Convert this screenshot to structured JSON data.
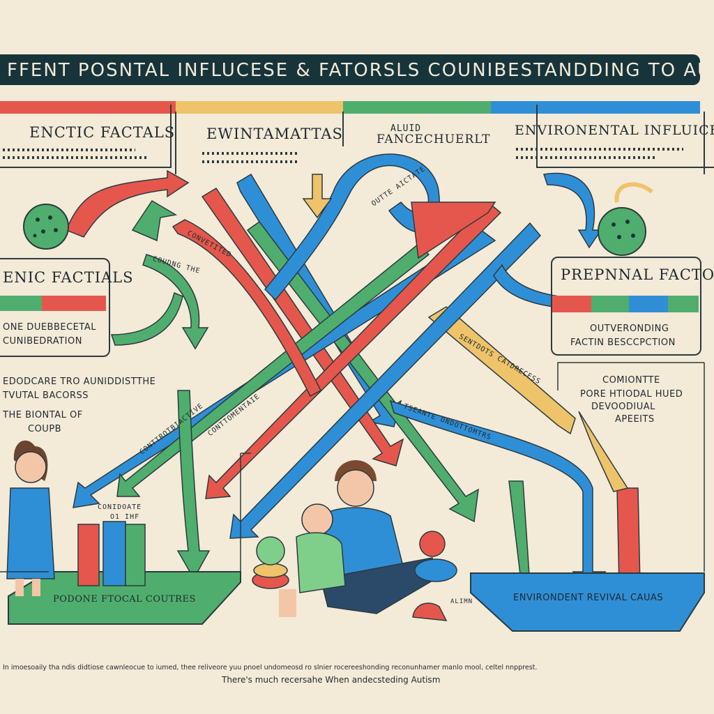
{
  "title": "FFENT POSNTAL INFLUCESE & FATORSLS COUNIBESTANDDING TO AUTSM",
  "panels": {
    "top_left_header": "ENCTIC FACTALS",
    "top_mid_header": "EWINTAMATTAS",
    "top_center_header": "FANCECHUERLT",
    "top_center_small": "ALUID",
    "top_right_header": "ENVIRONENTAL INFLUICEES",
    "mid_left_header": "ENIC FACTIALS",
    "mid_left_line1": "ONE DUEBBECETAL",
    "mid_left_line2": "CUNIBEDRATION",
    "mid_right_header": "PREPNNAL FACTORS",
    "mid_right_line1": "OUTVERONDING",
    "mid_right_line2": "FACTIN BESCCPCTION",
    "left_note1": "EDODCARE TRO AUNIDDISTTHE",
    "left_note2": "TVUTAL BACORSS",
    "left_note3": "THE BIONTAL OF",
    "left_note4": "COUPB",
    "right_note1": "COMIONTTE",
    "right_note2": "PORE HTIODAL HUED",
    "right_note3": "DEVOODIUAL",
    "right_note4": "APEEITS",
    "books_label1": "CONIDOATE",
    "books_label2": "O1 IHF",
    "left_platform": "PODONE FTOCAL COUTRES",
    "right_platform": "ENVIRONDENT REVIVAL CAUAS",
    "arrow_label_top": "OUTTE AICTATE",
    "arrow_label_2": "CONVETITED",
    "arrow_label_3": "COUDNG THE",
    "arrow_label_4": "CONTTROTBIACTIVE",
    "arrow_label_5": "CONTTOMENTAIE",
    "arrow_label_6": "SENTDOTS CATDRECESS",
    "arrow_label_7": "TSEANTE ONDOTTOMTRS",
    "small_tag": "ALIMN",
    "footer_line1": "In imoesoaily tha ndis didtiose cawnleocue to iumed, thee reliveore yuu pnoel undomeosd ro slnier rocereeshonding reconunhamer manlo mool, celtel nnpprest.",
    "footer_line2": "There's much recersahe When andecsteding Autism"
  },
  "colors": {
    "red": "#e5574c",
    "yellow": "#eec36a",
    "green": "#4fae6d",
    "blue": "#2f8fd6",
    "dark": "#17343b",
    "paper": "#f3ead8"
  }
}
